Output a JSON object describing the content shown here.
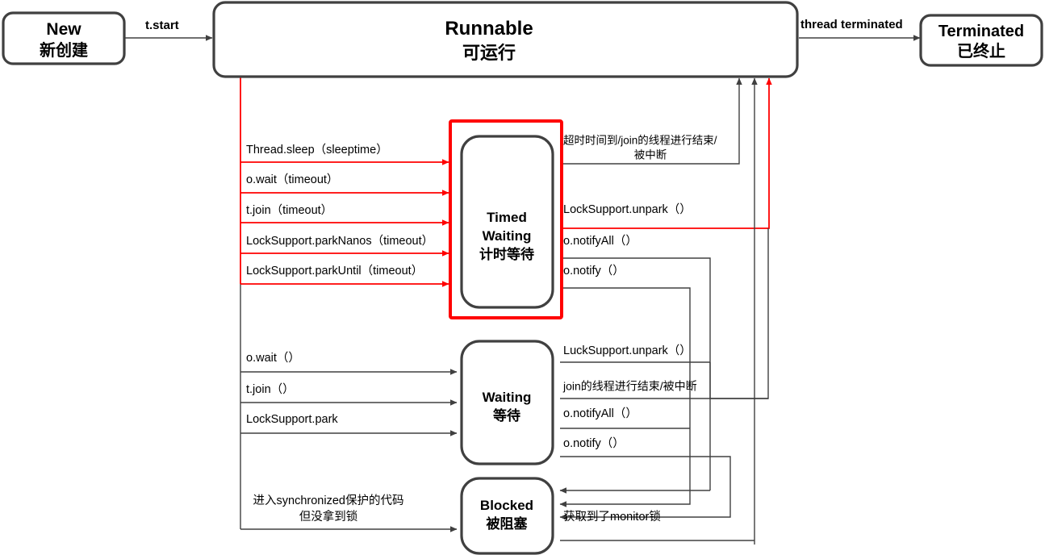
{
  "diagram": {
    "title": "Java Thread State Transition Diagram",
    "colors": {
      "box_stroke": "#404040",
      "line": "#404040",
      "highlight": "#ff0000",
      "text": "#000000",
      "background": "#ffffff"
    },
    "states": [
      {
        "id": "new",
        "en": "New",
        "zh": "新创建",
        "highlighted": false
      },
      {
        "id": "runnable",
        "en": "Runnable",
        "zh": "可运行",
        "highlighted": false
      },
      {
        "id": "terminated",
        "en": "Terminated",
        "zh": "已终止",
        "highlighted": false
      },
      {
        "id": "timed-waiting",
        "en": "Timed\nWaiting",
        "en_line1": "Timed",
        "en_line2": "Waiting",
        "zh": "计时等待",
        "highlighted": true
      },
      {
        "id": "waiting",
        "en": "Waiting",
        "zh": "等待",
        "highlighted": false
      },
      {
        "id": "blocked",
        "en": "Blocked",
        "zh": "被阻塞",
        "highlighted": false
      }
    ],
    "transitions": {
      "new_to_runnable": "t.start",
      "runnable_to_terminated": "thread terminated",
      "runnable_to_timed_waiting": [
        "Thread.sleep（sleeptime）",
        "o.wait（timeout）",
        "t.join（timeout）",
        "LockSupport.parkNanos（timeout）",
        "LockSupport.parkUntil（timeout）"
      ],
      "timed_waiting_to_runnable": [
        {
          "line1": "超时时间到/join的线程进行结束/",
          "line2": "被中断"
        },
        {
          "line1": "LockSupport.unpark（）"
        },
        {
          "line1": "o.notifyAll（）"
        },
        {
          "line1": "o.notify（）"
        }
      ],
      "runnable_to_waiting": [
        "o.wait（）",
        "t.join（）",
        "LockSupport.park"
      ],
      "waiting_to_runnable": [
        "LuckSupport.unpark（）",
        "join的线程进行结束/被中断",
        "o.notifyAll（）",
        "o.notify（）"
      ],
      "runnable_to_blocked": {
        "line1": "进入synchronized保护的代码",
        "line2": "但没拿到锁"
      },
      "blocked_to_runnable": "获取到了monitor锁"
    }
  }
}
